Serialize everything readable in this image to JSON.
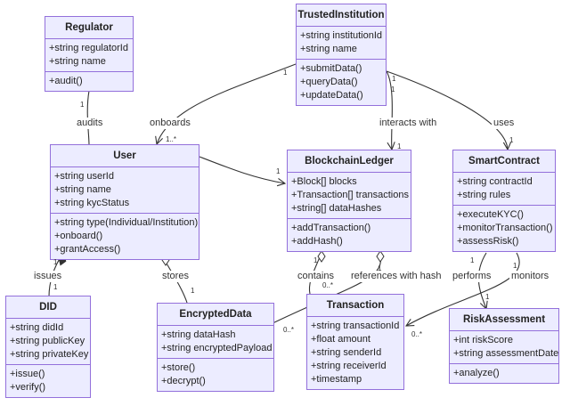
{
  "classes": {
    "regulator": {
      "name": "Regulator",
      "attributes": [
        "+string regulatorId",
        "+string name"
      ],
      "methods": [
        "+audit()"
      ]
    },
    "trusted_institution": {
      "name": "TrustedInstitution",
      "attributes": [
        "+string institutionId",
        "+string name"
      ],
      "methods": [
        "+submitData()",
        "+queryData()",
        "+updateData()"
      ]
    },
    "user": {
      "name": "User",
      "attributes": [
        "+string userId",
        "+string name",
        "+string kycStatus"
      ],
      "methods": [
        "+string type(Individual/Institution)",
        "+onboard()",
        "+grantAccess()"
      ]
    },
    "blockchain_ledger": {
      "name": "BlockchainLedger",
      "attributes": [
        "+Block[] blocks",
        "+Transaction[] transactions",
        "+string[] dataHashes"
      ],
      "methods": [
        "+addTransaction()",
        "+addHash()"
      ]
    },
    "smart_contract": {
      "name": "SmartContract",
      "attributes": [
        "+string contractId",
        "+string rules"
      ],
      "methods": [
        "+executeKYC()",
        "+monitorTransaction()",
        "+assessRisk()"
      ]
    },
    "did": {
      "name": "DID",
      "attributes": [
        "+string didId",
        "+string publicKey",
        "+string privateKey"
      ],
      "methods": [
        "+issue()",
        "+verify()"
      ]
    },
    "encrypted_data": {
      "name": "EncryptedData",
      "attributes": [
        "+string dataHash",
        "+string encryptedPayload"
      ],
      "methods": [
        "+store()",
        "+decrypt()"
      ]
    },
    "transaction": {
      "name": "Transaction",
      "attributes": [
        "+string transactionId",
        "+float amount",
        "+string senderId",
        "+string receiverId",
        "+timestamp"
      ],
      "methods": []
    },
    "risk_assessment": {
      "name": "RiskAssessment",
      "attributes": [
        "+int riskScore",
        "+string assessmentDate"
      ],
      "methods": [
        "+analyze()"
      ]
    }
  },
  "relations": {
    "audits": {
      "label": "audits",
      "from_mult": "1",
      "to_mult": ""
    },
    "onboards": {
      "label": "onboards",
      "from_mult": "1",
      "to_mult": "1..*"
    },
    "interacts_with": {
      "label": "interacts with",
      "from_mult": "1",
      "to_mult": "1"
    },
    "uses": {
      "label": "uses",
      "from_mult": "1",
      "to_mult": "1"
    },
    "user_ledger": {
      "label": "",
      "from_mult": "1",
      "to_mult": ""
    },
    "issues": {
      "label": "issues",
      "from_mult": "1",
      "to_mult": "1"
    },
    "stores": {
      "label": "stores",
      "from_mult": "",
      "to_mult": "1"
    },
    "contains": {
      "label": "contains",
      "from_mult": "1",
      "to_mult": "0..*"
    },
    "references_with_hash": {
      "label": "references with hash",
      "from_mult": "1",
      "to_mult": "0..*"
    },
    "performs": {
      "label": "performs",
      "from_mult": "1",
      "to_mult": "1"
    },
    "monitors": {
      "label": "monitors",
      "from_mult": "1",
      "to_mult": "0..*"
    }
  }
}
